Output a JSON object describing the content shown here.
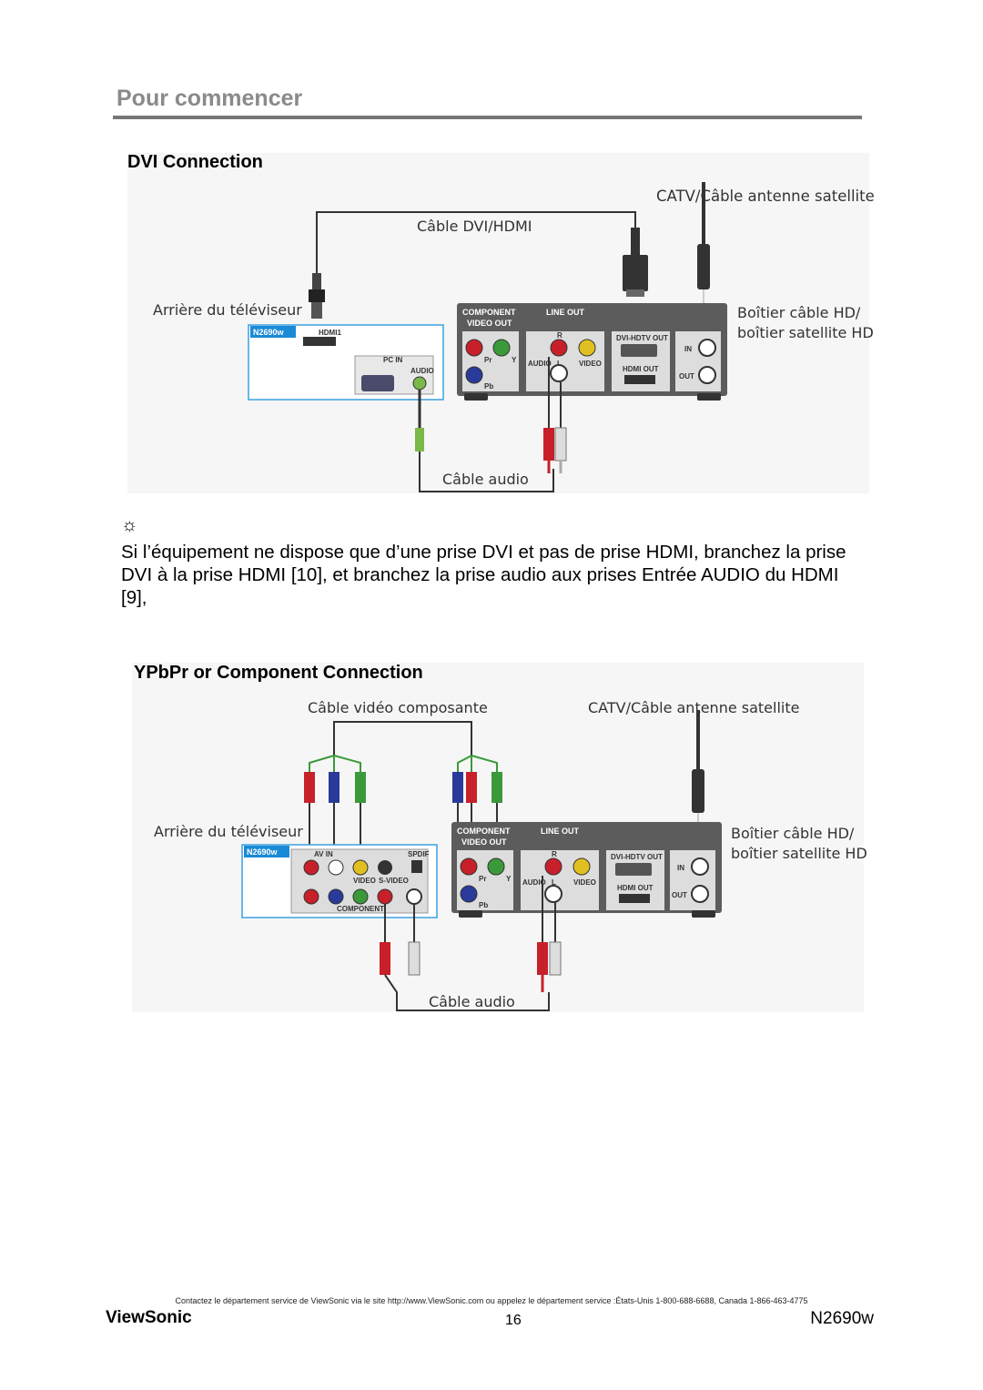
{
  "page": {
    "section_title": "Pour commencer",
    "footer_contact": "Contactez le département service de ViewSonic via le site http://www.ViewSonic.com ou appelez le département service :États-Unis 1-800-688-6688, Canada 1-866-463-4775",
    "brand": "ViewSonic",
    "page_number": "16",
    "model": "N2690w"
  },
  "dvi": {
    "title": "DVI Connection",
    "label_catv": "CATV/Câble antenne satellite",
    "label_cable": "Câble DVI/HDMI",
    "label_tv_back": "Arrière du téléviseur",
    "label_box": "Boîtier câble HD/",
    "label_box2": "boîtier satellite HD",
    "label_audio_cable": "Câble audio",
    "tv_model_tag": "N2690w",
    "tv_port_hdmi": "HDMI1",
    "tv_port_pcin": "PC IN",
    "tv_port_audio": "AUDIO",
    "box_component": "COMPONENT",
    "box_video_out": "VIDEO OUT",
    "box_line_out": "LINE OUT",
    "box_dvi_out": "DVI-HDTV OUT",
    "box_hdmi_out": "HDMI OUT",
    "box_in": "IN",
    "box_out": "OUT",
    "box_pr": "Pr",
    "box_y": "Y",
    "box_pb": "Pb",
    "box_r": "R",
    "box_l": "L",
    "box_audio": "AUDIO",
    "box_video": "VIDEO"
  },
  "note": {
    "icon": "☼",
    "text": "Si l’équipement ne dispose que d’une prise DVI et pas de prise HDMI, branchez la prise DVI à la prise HDMI [10], et branchez la prise audio aux prises Entrée AUDIO du HDMI [9],"
  },
  "ypbpr": {
    "title": "YPbPr or Component Connection",
    "label_cable": "Câble vidéo composante",
    "label_catv": "CATV/Câble antenne satellite",
    "label_tv_back": "Arrière du téléviseur",
    "label_box": "Boîtier câble HD/",
    "label_box2": "boîtier satellite HD",
    "label_audio_cable": "Câble audio",
    "tv_model_tag": "N2690w",
    "tv_av_in": "AV IN",
    "tv_spdif": "SPDIF",
    "tv_video": "VIDEO",
    "tv_svideo": "S-VIDEO",
    "tv_component": "COMPONENT",
    "box_component": "COMPONENT",
    "box_video_out": "VIDEO OUT",
    "box_line_out": "LINE OUT",
    "box_dvi_out": "DVI-HDTV OUT",
    "box_hdmi_out": "HDMI OUT",
    "box_in": "IN",
    "box_out": "OUT",
    "box_pr": "Pr",
    "box_y": "Y",
    "box_pb": "Pb",
    "box_r": "R",
    "box_l": "L",
    "box_audio": "AUDIO",
    "box_video": "VIDEO"
  },
  "colors": {
    "rule": "#777777",
    "section_title": "#8a8a8a",
    "tv_panel_border": "#3aa0e0",
    "tv_tag": "#1a8ad6",
    "box_body": "#5c5c5c",
    "red": "#c8202a",
    "green": "#3a9a3a",
    "blue": "#2a3a9a",
    "yellow": "#e0c020"
  }
}
